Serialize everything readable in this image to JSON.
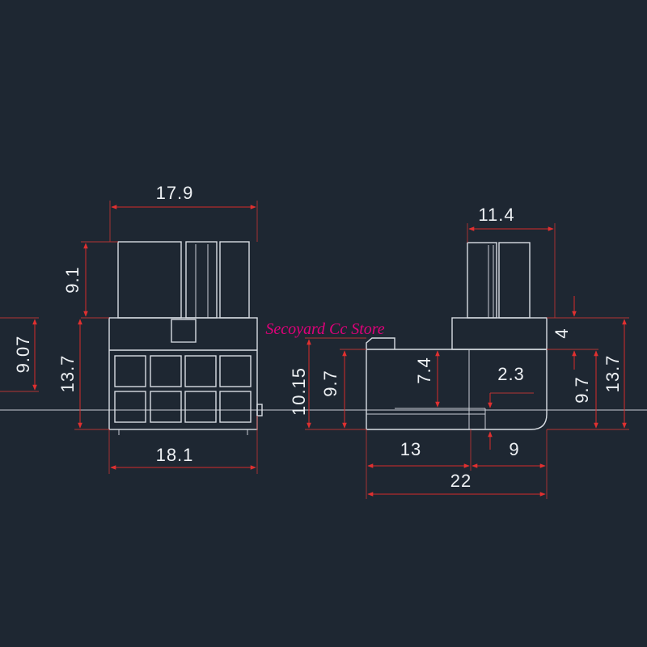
{
  "watermark": "Secoyard Cc Store",
  "dimensions": {
    "front_top_width": "17.9",
    "front_bottom_width": "18.1",
    "front_pin_height": "9.1",
    "front_total_height": "13.7",
    "front_left_height": "9.07",
    "side_top_width": "11.4",
    "side_left_outer_height": "10.15",
    "side_left_inner_height": "9.7",
    "side_inner_height": "7.4",
    "side_small_dim": "2.3",
    "side_top_step": "4",
    "side_right_inner_height": "9.7",
    "side_right_total_height": "13.7",
    "side_left_length": "13",
    "side_right_length": "9",
    "side_total_length": "22"
  }
}
